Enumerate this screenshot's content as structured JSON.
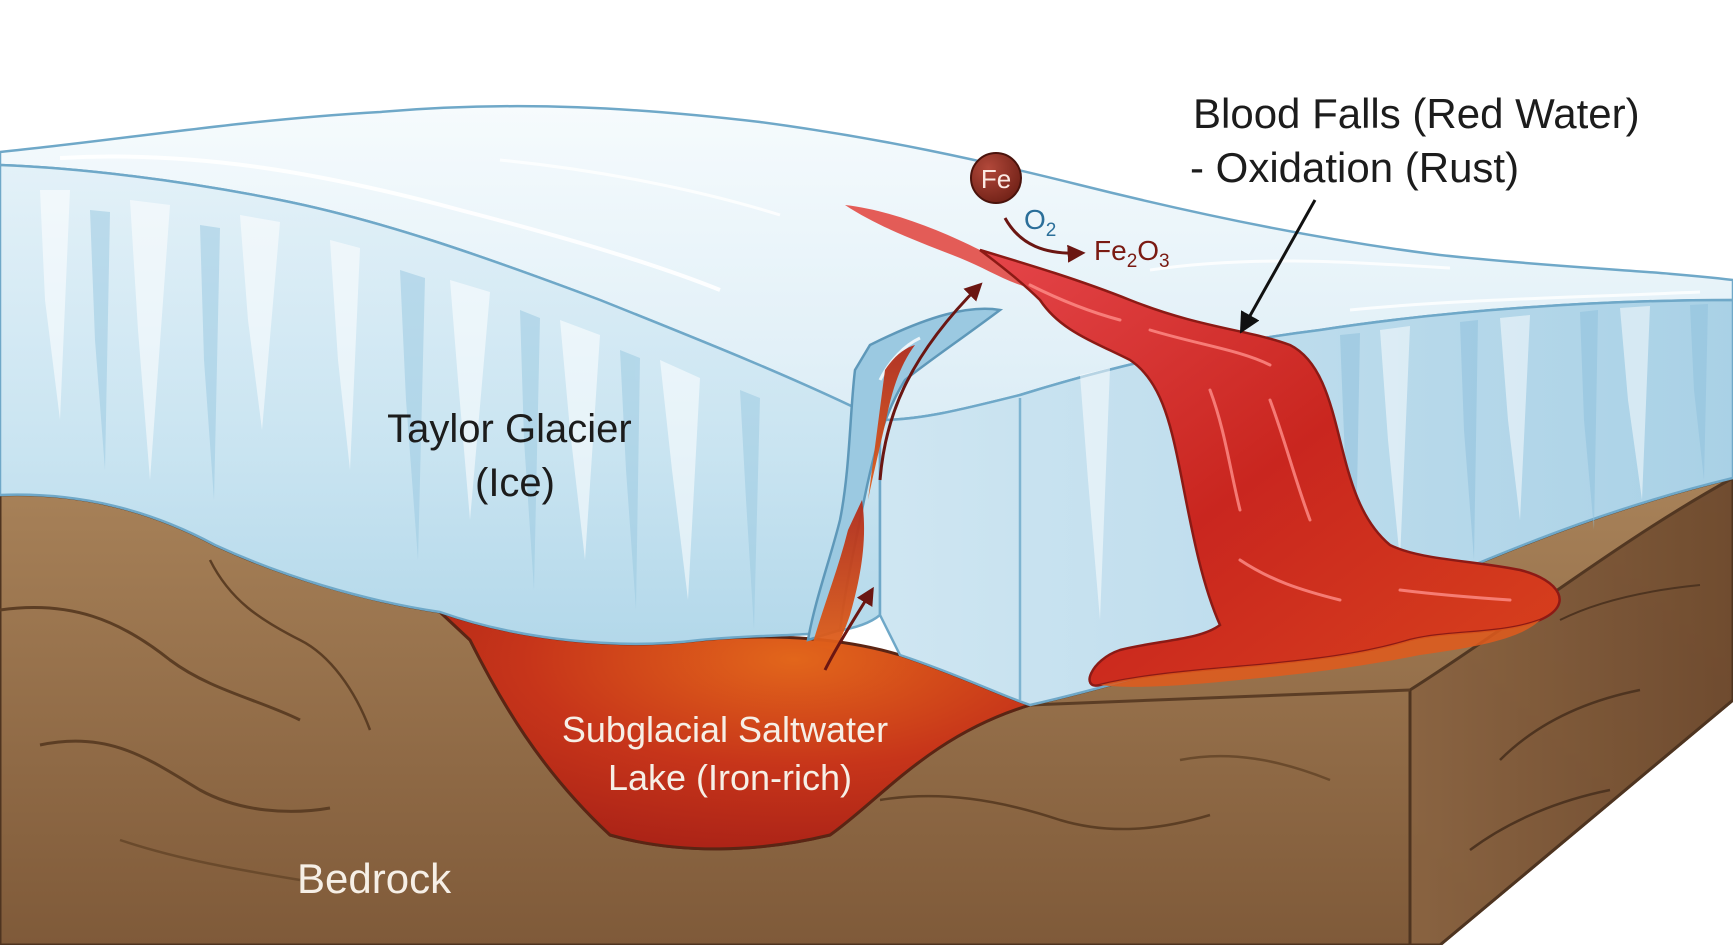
{
  "labels": {
    "glacier_line1": "Taylor Glacier",
    "glacier_line2": "(Ice)",
    "lake_line1": "Subglacial Saltwater",
    "lake_line2": "Lake (Iron-rich)",
    "bedrock": "Bedrock",
    "falls_line1": "Blood Falls (Red Water)",
    "falls_line2": "- Oxidation (Rust)"
  },
  "chemistry": {
    "iron": "Fe",
    "oxygen": "O",
    "oxygen_sub": "2",
    "oxide_a": "Fe",
    "oxide_sub_a": "2",
    "oxide_b": "O",
    "oxide_sub_b": "3"
  },
  "colors": {
    "ice": "#c9e4f1",
    "ice_deep": "#9fcbe2",
    "ice_top": "#eef7fb",
    "brine": "#c0281c",
    "brine_orange": "#df5a17",
    "bedrock": "#a17a51",
    "bedrock_dark": "#7b5535",
    "iron_ball": "#8a2c1f"
  }
}
